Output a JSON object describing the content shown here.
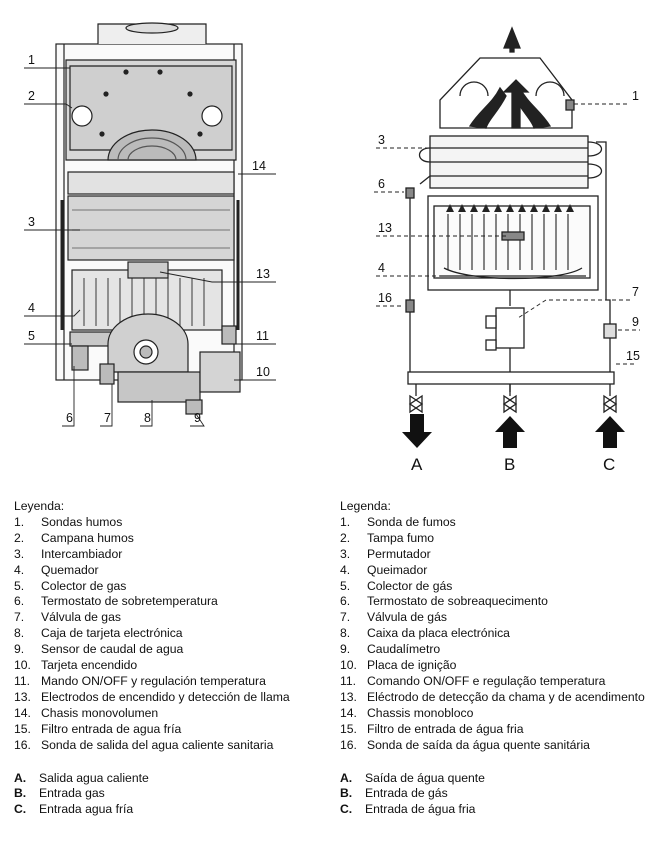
{
  "figure": {
    "left_callouts": [
      "1",
      "2",
      "3",
      "4",
      "5",
      "6",
      "7",
      "8",
      "9",
      "10",
      "11",
      "13",
      "14"
    ],
    "right_callouts": [
      "1",
      "3",
      "6",
      "13",
      "4",
      "16",
      "7",
      "9",
      "15"
    ],
    "flow_labels": [
      "A",
      "B",
      "C"
    ]
  },
  "legend_es": {
    "title": "Leyenda:",
    "items": [
      {
        "num": "1.",
        "text": "Sondas humos"
      },
      {
        "num": "2.",
        "text": "Campana humos"
      },
      {
        "num": "3.",
        "text": "Intercambiador"
      },
      {
        "num": "4.",
        "text": "Quemador"
      },
      {
        "num": "5.",
        "text": "Colector de gas"
      },
      {
        "num": "6.",
        "text": "Termostato de sobretemperatura"
      },
      {
        "num": "7.",
        "text": "Válvula de gas"
      },
      {
        "num": "8.",
        "text": "Caja de tarjeta electrónica"
      },
      {
        "num": "9.",
        "text": "Sensor de caudal de agua"
      },
      {
        "num": "10.",
        "text": "Tarjeta encendido"
      },
      {
        "num": "11.",
        "text": "Mando ON/OFF y regulación temperatura"
      },
      {
        "num": "13.",
        "text": "Electrodos de encendido y detección de llama"
      },
      {
        "num": "14.",
        "text": "Chasis monovolumen"
      },
      {
        "num": "15.",
        "text": "Filtro entrada de agua fría"
      },
      {
        "num": "16.",
        "text": "Sonda de salida del agua caliente sanitaria"
      }
    ],
    "letters": [
      {
        "letter": "A.",
        "text": "Salida agua caliente"
      },
      {
        "letter": "B.",
        "text": "Entrada gas"
      },
      {
        "letter": "C.",
        "text": "Entrada agua fría"
      }
    ]
  },
  "legend_pt": {
    "title": "Legenda:",
    "items": [
      {
        "num": "1.",
        "text": "Sonda de fumos"
      },
      {
        "num": "2.",
        "text": "Tampa fumo"
      },
      {
        "num": "3.",
        "text": "Permutador"
      },
      {
        "num": "4.",
        "text": "Queimador"
      },
      {
        "num": "5.",
        "text": "Colector de gás"
      },
      {
        "num": "6.",
        "text": "Termostato de sobreaquecimento"
      },
      {
        "num": "7.",
        "text": "Válvula de gás"
      },
      {
        "num": "8.",
        "text": "Caixa da placa electrónica"
      },
      {
        "num": "9.",
        "text": "Caudalímetro"
      },
      {
        "num": "10.",
        "text": "Placa de ignição"
      },
      {
        "num": "11.",
        "text": "Comando ON/OFF e regulação temperatura"
      },
      {
        "num": "13.",
        "text": "Eléctrodo de detecção da chama y de acendimento"
      },
      {
        "num": "14.",
        "text": "Chassis monobloco"
      },
      {
        "num": "15.",
        "text": "Filtro de entrada de água fria"
      },
      {
        "num": "16.",
        "text": "Sonda de saída da água quente sanitária"
      }
    ],
    "letters": [
      {
        "letter": "A.",
        "text": "Saída de água quente"
      },
      {
        "letter": "B.",
        "text": "Entrada de gás"
      },
      {
        "letter": "C.",
        "text": "Entrada de água fria"
      }
    ]
  }
}
